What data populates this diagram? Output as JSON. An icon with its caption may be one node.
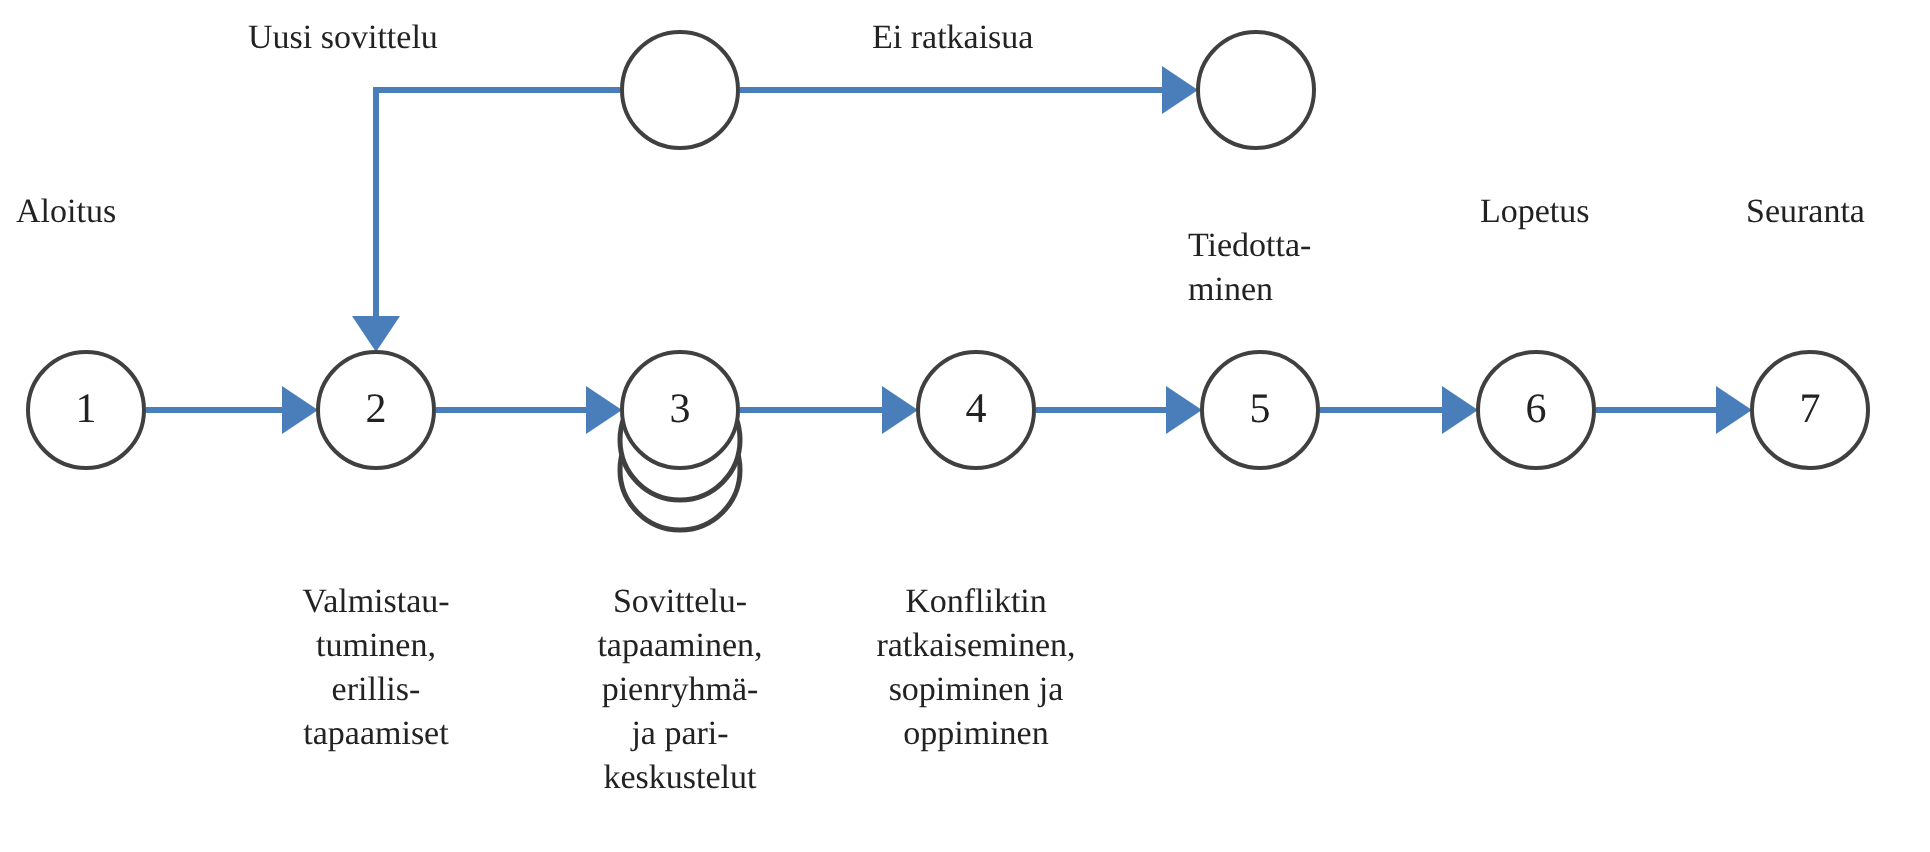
{
  "diagram": {
    "nodes": [
      {
        "text": [],
        "shape": "circle"
      },
      {
        "text": [],
        "shape": "circle"
      },
      {
        "text": [
          "1"
        ],
        "beside": [
          "Aloitus"
        ]
      },
      {
        "text": [
          "2"
        ],
        "beside": [
          "Valmistau- tuminen, erillis- tapaamiset"
        ]
      },
      {
        "text": [
          "3"
        ],
        "beside": [
          "Sovittelu- tapaaminen, pienryhmä- ja pari- keskustelut"
        ]
      },
      {
        "text": [
          "4"
        ],
        "beside": [
          "Konfliktin ratkaiseminen, sopiminen ja oppiminen"
        ]
      },
      {
        "text": [
          "5"
        ],
        "beside": [
          "Tiedotta- minen"
        ]
      },
      {
        "text": [
          "6"
        ],
        "beside": [
          "Lopetus"
        ]
      },
      {
        "text": [
          "7"
        ],
        "beside": [
          "Seuranta"
        ]
      }
    ],
    "edges": [
      {
        "from": 2,
        "to": 3,
        "arrow": "to"
      },
      {
        "from": 3,
        "to": 4,
        "arrow": "to"
      },
      {
        "from": 4,
        "to": 5,
        "arrow": "to"
      },
      {
        "from": 5,
        "to": 6,
        "arrow": "to"
      },
      {
        "from": 6,
        "to": 7,
        "arrow": "to"
      },
      {
        "from": 7,
        "to": 8,
        "arrow": "to"
      },
      {
        "from": 0,
        "to": 3,
        "arrow": "to",
        "label": "Uusi sovittelu"
      },
      {
        "from": 0,
        "to": 1,
        "arrow": "to",
        "label": "Ei ratkaisua"
      }
    ]
  }
}
